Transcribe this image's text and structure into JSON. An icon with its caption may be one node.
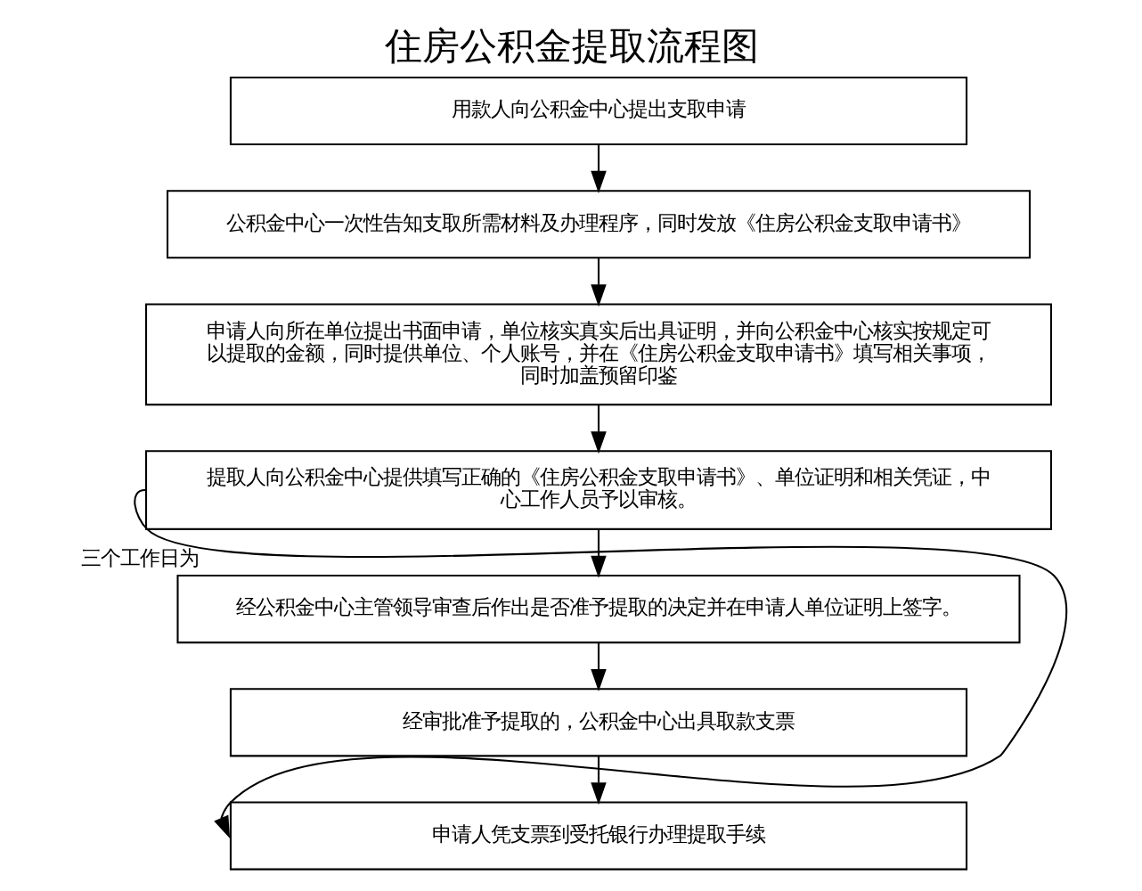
{
  "diagram": {
    "title": "住房公积金提取流程图",
    "nodes": [
      {
        "text": [
          "用款人向公积金中心提出支取申请"
        ]
      },
      {
        "text": [
          "公积金中心一次性告知支取所需材料及办理程序，同时发放《住房公积金支取申请书》"
        ]
      },
      {
        "text": [
          "申请人向所在单位提出书面申请，单位核实真实后出具证明，并向公积金中心核实按规定可以提取的金额，同时提供单位、个人账号，并在《住房公积金支取申请书》填写相关事项，同时加盖预留印鉴"
        ]
      },
      {
        "text": [
          "提取人向公积金中心提供填写正确的《住房公积金支取申请书》、单位证明和相关凭证，中心工作人员予以审核。"
        ]
      },
      {
        "text": [
          "经公积金中心主管领导审查后作出是否准予提取的决定并在申请人单位证明上签字。"
        ]
      },
      {
        "text": [
          "经审批准予提取的，公积金中心出具取款支票"
        ]
      },
      {
        "text": [
          "申请人凭支票到受托银行办理提取手续"
        ]
      }
    ],
    "edges": [
      {
        "from": 0,
        "to": 1,
        "arrow": "to"
      },
      {
        "from": 1,
        "to": 2,
        "arrow": "to"
      },
      {
        "from": 2,
        "to": 3,
        "arrow": "to"
      },
      {
        "from": 3,
        "to": 4,
        "arrow": "to"
      },
      {
        "from": 4,
        "to": 5,
        "arrow": "to"
      },
      {
        "from": 5,
        "to": 6,
        "arrow": "to"
      },
      {
        "from": 3,
        "to": 6,
        "arrow": "to",
        "label": "三个工作日为"
      }
    ]
  }
}
